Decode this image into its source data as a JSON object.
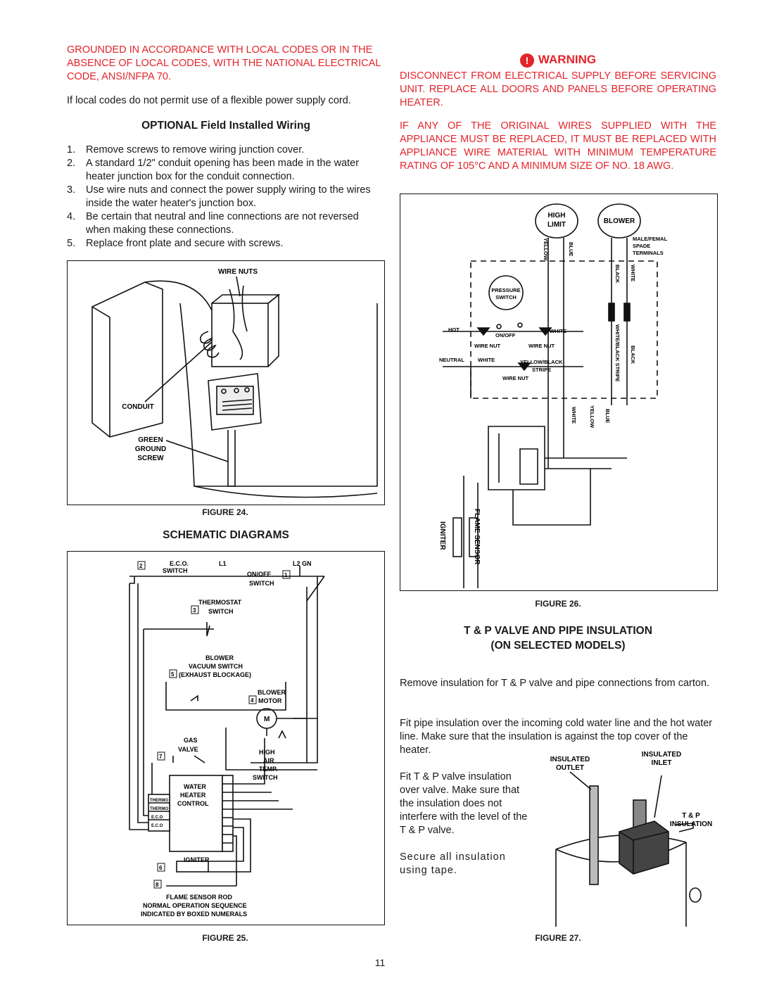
{
  "left": {
    "ground_warning": "GROUNDED IN ACCORDANCE WITH LOCAL CODES OR IN THE ABSENCE OF LOCAL CODES, WITH THE NATIONAL ELECTRICAL CODE, ANSI/NFPA 70.",
    "intro": "If local codes do not permit use of a flexible power supply cord.",
    "optional_heading": "OPTIONAL Field Installed Wiring",
    "steps": [
      {
        "num": "1.",
        "text": "Remove screws to remove wiring junction cover."
      },
      {
        "num": "2.",
        "text": "A standard 1/2\" conduit opening has been made in the water heater junction box for the conduit connection."
      },
      {
        "num": "3.",
        "text": "Use wire nuts and connect the power supply wiring to the wires inside the water heater's junction box."
      },
      {
        "num": "4.",
        "text": "Be certain that neutral and line connections are not reversed when making these connections."
      },
      {
        "num": "5.",
        "text": "Replace front plate and secure with screws."
      }
    ],
    "fig24": {
      "caption": "FIGURE 24.",
      "wire_nuts": "WIRE NUTS",
      "conduit": "CONDUIT",
      "green": "GREEN",
      "ground": "GROUND",
      "screw": "SCREW"
    },
    "schematic_heading": "SCHEMATIC DIAGRAMS",
    "fig25": {
      "caption": "FIGURE 25.",
      "eco": "E.C.O.",
      "switch": "SWITCH",
      "l1": "L1",
      "l2": "L2 GN",
      "onoff": "ON/OFF",
      "thermostat": "THERMOSTAT",
      "blower": "BLOWER",
      "vacuum_switch": "VACUUM SWITCH",
      "exhaust": "(EXHAUST BLOCKAGE)",
      "motor": "MOTOR",
      "gas": "GAS",
      "valve": "VALVE",
      "high": "HIGH",
      "air": "AIR",
      "temp": "TEMP.",
      "water": "WATER",
      "heater": "HEATER",
      "control": "CONTROL",
      "igniter": "IGNITER",
      "flame_rod": "FLAME SENSOR ROD",
      "normal_seq": "NORMAL OPERATION SEQUENCE",
      "boxed": "INDICATED BY BOXED NUMERALS",
      "n1": "1",
      "n2": "2",
      "n3": "3",
      "n4": "4",
      "n5": "5",
      "n6": "6",
      "n7": "7",
      "n8": "8",
      "m": "M",
      "thermo": "THERMO",
      "eco_small": "E.C.O"
    }
  },
  "right": {
    "warning_title": "WARNING",
    "warning_p1": "DISCONNECT FROM ELECTRICAL SUPPLY BEFORE SERVICING UNIT. REPLACE ALL DOORS AND PANELS BEFORE OPERATING HEATER.",
    "warning_p2": "IF ANY OF THE ORIGINAL WIRES SUPPLIED WITH THE APPLIANCE MUST BE REPLACED, IT MUST BE REPLACED WITH APPLIANCE WIRE MATERIAL WITH MINIMUM TEMPERATURE RATING OF 105°C AND A MINIMUM SIZE OF NO. 18 AWG.",
    "fig26": {
      "caption": "FIGURE 26.",
      "high": "HIGH",
      "limit": "LIMIT",
      "blower": "BLOWER",
      "male_femal": "MALE/FEMAL",
      "spade": "SPADE",
      "terminals": "TERMINALS",
      "yellow": "YELLOW",
      "blue": "BLUE",
      "black": "BLACK",
      "white": "WHITE",
      "pressure": "PRESSURE",
      "switch": "SWITCH",
      "hot": "HOT",
      "onoff": "ON/OFF",
      "wire_nut": "WIRE NUT",
      "neutral": "NEUTRAL",
      "yellow_black": "YELLOW/BLACK",
      "stripe": "STRIPE",
      "white_black_stripe": "WHITE/BLACK STRIPE",
      "igniter": "IGNITER",
      "flame_sensor": "FLAME SENSOR"
    },
    "tp_heading_1": "T & P VALVE AND PIPE INSULATION",
    "tp_heading_2": "(ON SELECTED MODELS)",
    "tp_p1": "Remove insulation for T & P valve and pipe connections from carton.",
    "tp_p2": "Fit pipe insulation over the incoming cold water line and the hot water line. Make sure that the insulation is against the top cover of the heater.",
    "tp_p3": "Fit T & P valve insulation over valve. Make sure that the insulation does not interfere with the level of the T & P valve.",
    "tp_p4": "Secure all insulation using tape.",
    "fig27": {
      "caption": "FIGURE 27.",
      "insulated": "INSULATED",
      "outlet": "OUTLET",
      "inlet": "INLET",
      "tp": "T & P",
      "insulation": "INSULATION"
    }
  },
  "page_number": "11",
  "colors": {
    "warning_red": "#e3242b",
    "text": "#1a1a1a"
  }
}
